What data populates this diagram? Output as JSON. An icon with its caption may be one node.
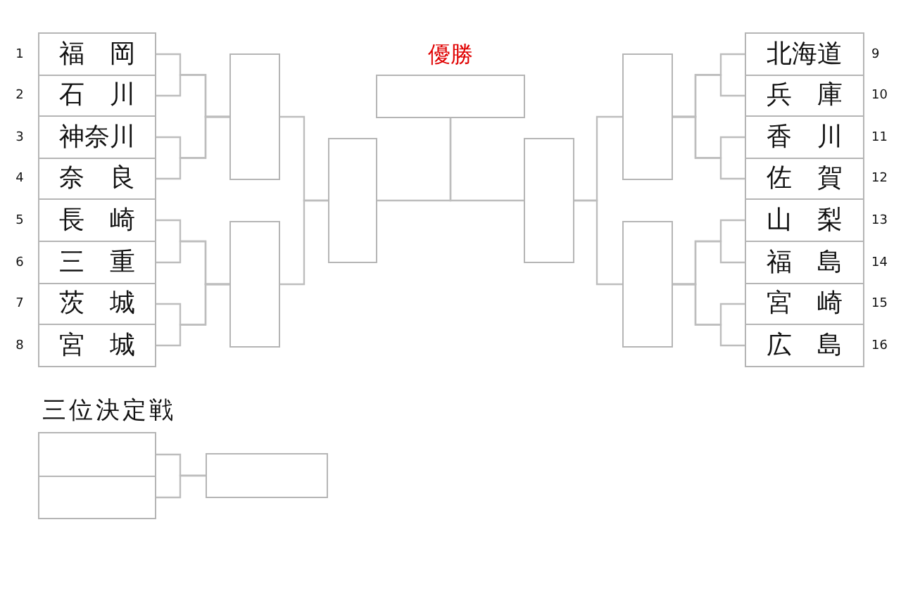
{
  "diagram": {
    "nodes": [
      {
        "text": [
          "福岡"
        ],
        "beside": [
          "1"
        ]
      },
      {
        "text": [
          "石川"
        ],
        "beside": [
          "2"
        ]
      },
      {
        "text": [
          "神奈川"
        ],
        "beside": [
          "3"
        ]
      },
      {
        "text": [
          "奈良"
        ],
        "beside": [
          "4"
        ]
      },
      {
        "text": [
          "長崎"
        ],
        "beside": [
          "5"
        ]
      },
      {
        "text": [
          "三重"
        ],
        "beside": [
          "6"
        ]
      },
      {
        "text": [
          "茨城"
        ],
        "beside": [
          "7"
        ]
      },
      {
        "text": [
          "宮城"
        ],
        "beside": [
          "8"
        ]
      },
      {
        "text": [
          "北海道"
        ],
        "beside": [
          "9"
        ]
      },
      {
        "text": [
          "兵庫"
        ],
        "beside": [
          "10"
        ]
      },
      {
        "text": [
          "香川"
        ],
        "beside": [
          "11"
        ]
      },
      {
        "text": [
          "佐賀"
        ],
        "beside": [
          "12"
        ]
      },
      {
        "text": [
          "山梨"
        ],
        "beside": [
          "13"
        ]
      },
      {
        "text": [
          "福島"
        ],
        "beside": [
          "14"
        ]
      },
      {
        "text": [
          "宮崎"
        ],
        "beside": [
          "15"
        ]
      },
      {
        "text": [
          "広島"
        ],
        "beside": [
          "16"
        ]
      },
      {
        "text": [],
        "shape": "box"
      },
      {
        "text": [],
        "shape": "box"
      },
      {
        "text": [],
        "shape": "box"
      },
      {
        "text": [
          "優勝"
        ]
      },
      {
        "text": [],
        "shape": "box"
      },
      {
        "text": [],
        "shape": "box"
      },
      {
        "text": [],
        "shape": "box"
      },
      {
        "text": [],
        "shape": "box"
      },
      {
        "text": [],
        "shape": "box"
      },
      {
        "text": [],
        "shape": "box"
      }
    ],
    "edges": [
      {
        "from": 0,
        "to": 16,
        "arrow": "none"
      },
      {
        "from": 1,
        "to": 16,
        "arrow": "none"
      },
      {
        "from": 2,
        "to": 16,
        "arrow": "none"
      },
      {
        "from": 3,
        "to": 16,
        "arrow": "none"
      },
      {
        "from": 4,
        "to": 17,
        "arrow": "none"
      },
      {
        "from": 5,
        "to": 17,
        "arrow": "none"
      },
      {
        "from": 6,
        "to": 17,
        "arrow": "none"
      },
      {
        "from": 7,
        "to": 17,
        "arrow": "none"
      },
      {
        "from": 8,
        "to": 21,
        "arrow": "none"
      },
      {
        "from": 9,
        "to": 21,
        "arrow": "none"
      },
      {
        "from": 10,
        "to": 21,
        "arrow": "none"
      },
      {
        "from": 11,
        "to": 21,
        "arrow": "none"
      },
      {
        "from": 12,
        "to": 22,
        "arrow": "none"
      },
      {
        "from": 13,
        "to": 22,
        "arrow": "none"
      },
      {
        "from": 14,
        "to": 22,
        "arrow": "none"
      },
      {
        "from": 15,
        "to": 22,
        "arrow": "none"
      },
      {
        "from": 16,
        "to": 18,
        "arrow": "none"
      },
      {
        "from": 17,
        "to": 18,
        "arrow": "none"
      },
      {
        "from": 21,
        "to": 20,
        "arrow": "none"
      },
      {
        "from": 22,
        "to": 20,
        "arrow": "none"
      },
      {
        "from": 18,
        "to": 19,
        "arrow": "none"
      },
      {
        "from": 20,
        "to": 19,
        "arrow": "none"
      },
      {
        "from": 23,
        "to": 25,
        "arrow": "none"
      },
      {
        "from": 24,
        "to": 25,
        "arrow": "none"
      }
    ],
    "labels": [
      "三位決定戦"
    ]
  }
}
